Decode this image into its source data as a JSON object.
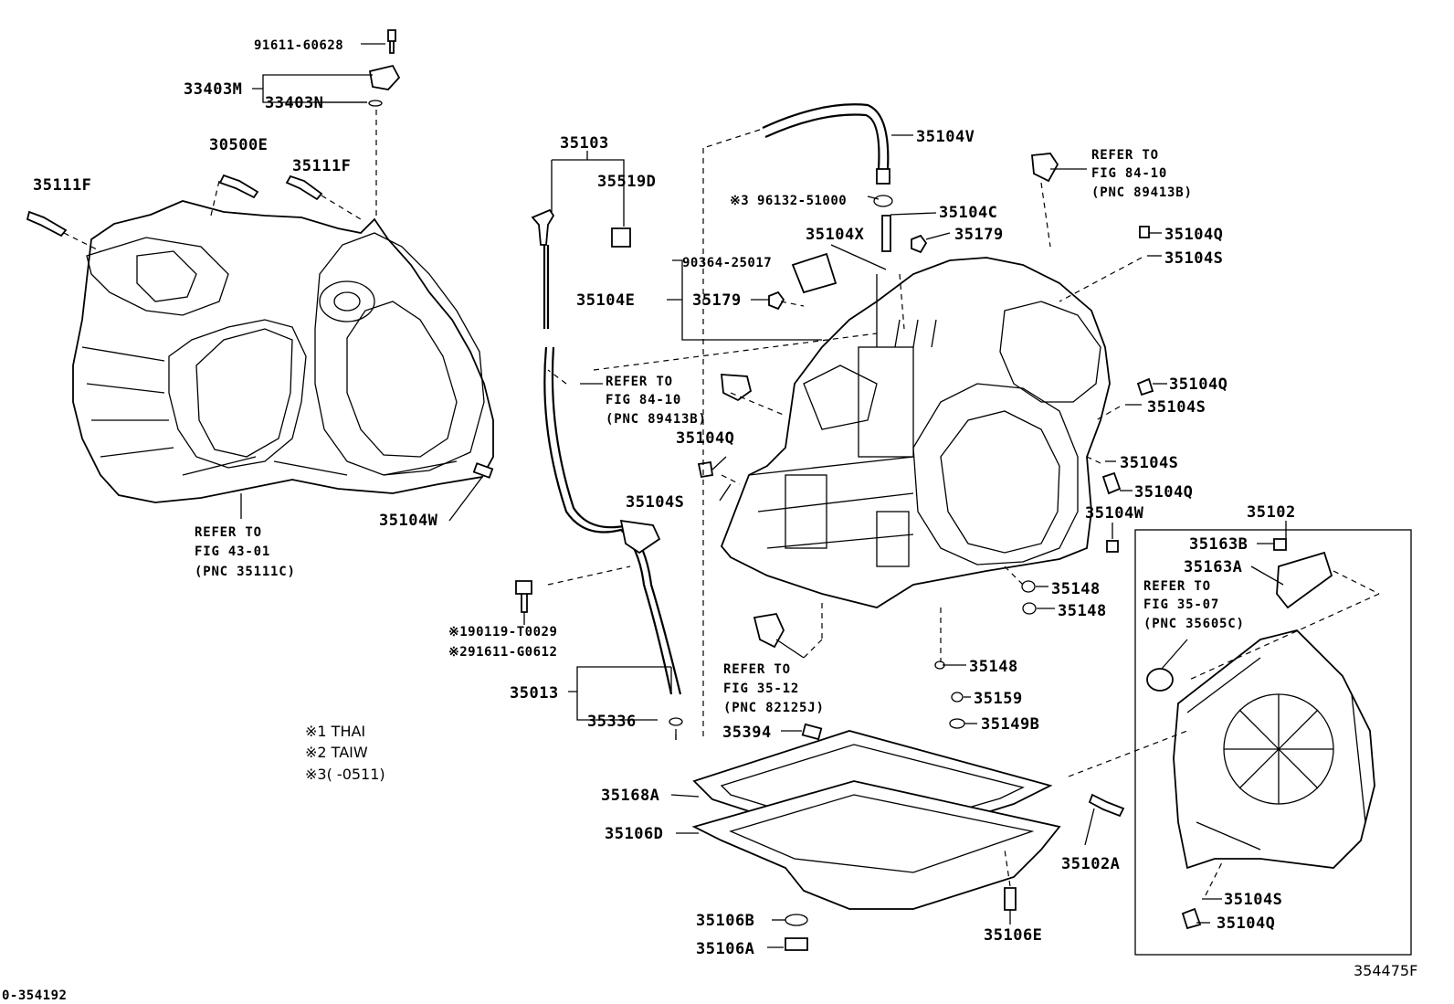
{
  "labels": {
    "l_91611_60628": "91611-60628",
    "l_33403M": "33403M",
    "l_33403N": "33403N",
    "l_30500E": "30500E",
    "l_35111F_a": "35111F",
    "l_35111F_b": "35111F",
    "l_35104W_a": "35104W",
    "l_35103": "35103",
    "l_35519D": "35519D",
    "l_90364_25017": "90364-25017",
    "l_35104E": "35104E",
    "l_35179_a": "35179",
    "l_35104V": "35104V",
    "l_96132_51000": "96132-51000",
    "l_35104C": "35104C",
    "l_35104X": "35104X",
    "l_35179_b": "35179",
    "l_35104Q_a": "35104Q",
    "l_35104S_a": "35104S",
    "l_35104Q_b": "35104Q",
    "l_35104S_b": "35104S",
    "l_35104S_c": "35104S",
    "l_35104Q_c": "35104Q",
    "l_35104W_b": "35104W",
    "l_35102": "35102",
    "l_35163B": "35163B",
    "l_35163A": "35163A",
    "l_35104Q_d": "35104Q",
    "l_35104S_d": "35104S",
    "l_190119": "190119-T0029",
    "l_291611": "291611-G0612",
    "l_35013": "35013",
    "l_35336": "35336",
    "l_35148_a": "35148",
    "l_35148_b": "35148",
    "l_35148_c": "35148",
    "l_35159": "35159",
    "l_35149B": "35149B",
    "l_35394": "35394",
    "l_35168A": "35168A",
    "l_35106D": "35106D",
    "l_35106B": "35106B",
    "l_35106A": "35106A",
    "l_35106E": "35106E",
    "l_35102A": "35102A",
    "l_35104Q_e": "35104Q",
    "l_35104S_e": "35104S"
  },
  "marks": {
    "ref_mark": "※",
    "ref3_mark": "※3"
  },
  "refs": {
    "r1": [
      "REFER TO",
      "FIG 43-01",
      "(PNC 35111C)"
    ],
    "r2": [
      "REFER TO",
      "FIG 84-10",
      "(PNC 89413B)"
    ],
    "r3": [
      "REFER TO",
      "FIG 84-10",
      "(PNC 89413B)"
    ],
    "r4": [
      "REFER TO",
      "FIG 35-12",
      "(PNC 82125J)"
    ],
    "r5": [
      "REFER TO",
      "FIG 35-07",
      "(PNC 35605C)"
    ]
  },
  "notes": [
    "※1 THAI",
    "※2 TAIW",
    "※3(    -0511)"
  ],
  "footer": {
    "left_code": "0-354192",
    "right_code": "354475F"
  }
}
